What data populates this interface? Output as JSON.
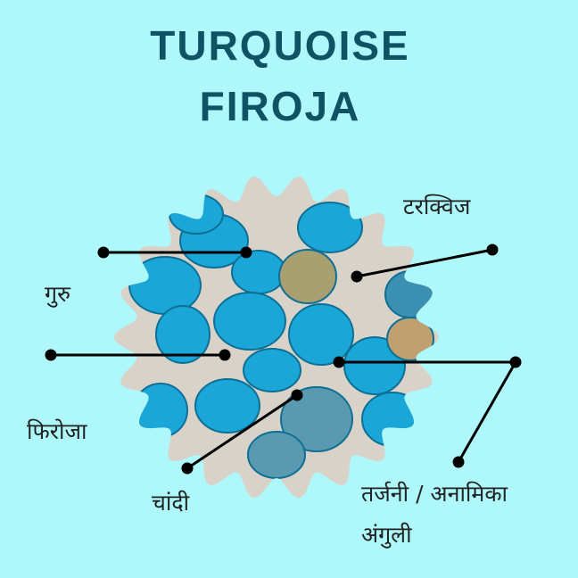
{
  "title": {
    "line1": "TURQUOISE",
    "line2": "FIROJA"
  },
  "labels": {
    "name_hindi": "टरक्विज",
    "planet": "गुरु",
    "other_name": "फिरोजा",
    "metal": "चांदी",
    "finger_line1": "तर्जनी / अनामिका",
    "finger_line2": "अंगुली"
  },
  "colors": {
    "background": "#aef8fb",
    "title": "#0f5263",
    "stone": "#1aa6d6",
    "line": "#000000"
  }
}
